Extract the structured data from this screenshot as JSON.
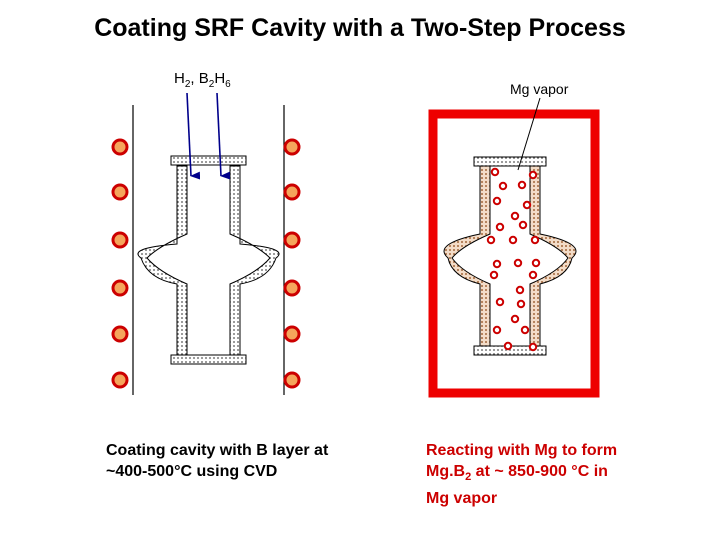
{
  "title": "Coating SRF Cavity with a Two-Step Process",
  "left": {
    "gas_label": {
      "h": "H",
      "h_sub": "2",
      "sep": ", B",
      "b_sub": "2",
      "h2": "H",
      "h2_sub": "6"
    },
    "caption": "Coating cavity with B layer at ~400-500°C using CVD"
  },
  "right": {
    "vapor_label": "Mg vapor",
    "caption": {
      "part1": "Reacting with Mg to form Mg.B",
      "sub": "2",
      "part2": " at ~ 850-900 °C in Mg vapor"
    }
  },
  "colors": {
    "heater_outer": "#cc0000",
    "heater_fill": "#f5a55c",
    "furnace": "#ee0000",
    "arrow": "#00008b",
    "caption_right": "#cc0000",
    "boron_fill": "#cccccc",
    "reacted_fill": "#e8c5a8"
  }
}
